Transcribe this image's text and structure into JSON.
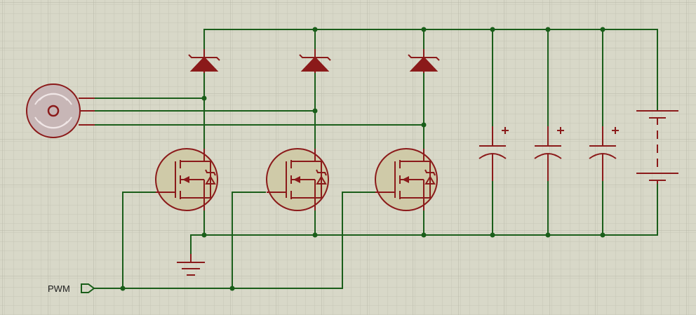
{
  "schematic": {
    "labels": {
      "pwm": "PWM"
    },
    "colors": {
      "background": "#d8d8c8",
      "grid_minor": "#c6c6b6",
      "grid_major": "#b8b8a8",
      "wire": "#1a5e1a",
      "component": "#8b1a1a",
      "component_fill": "#cfcaa8",
      "motor_fill": "#c7b6b6",
      "junction": "#1a5e1a",
      "label_text": "#202020"
    },
    "components": [
      {
        "name": "motor",
        "type": "motor"
      },
      {
        "name": "diode-1",
        "type": "diode"
      },
      {
        "name": "diode-2",
        "type": "diode"
      },
      {
        "name": "diode-3",
        "type": "diode"
      },
      {
        "name": "mosfet-1",
        "type": "n-channel-mosfet"
      },
      {
        "name": "mosfet-2",
        "type": "n-channel-mosfet"
      },
      {
        "name": "mosfet-3",
        "type": "n-channel-mosfet"
      },
      {
        "name": "capacitor-1",
        "type": "electrolytic-capacitor"
      },
      {
        "name": "capacitor-2",
        "type": "electrolytic-capacitor"
      },
      {
        "name": "capacitor-3",
        "type": "electrolytic-capacitor"
      },
      {
        "name": "battery",
        "type": "battery"
      },
      {
        "name": "ground",
        "type": "ground"
      },
      {
        "name": "pwm-input",
        "type": "input-terminal"
      }
    ]
  }
}
